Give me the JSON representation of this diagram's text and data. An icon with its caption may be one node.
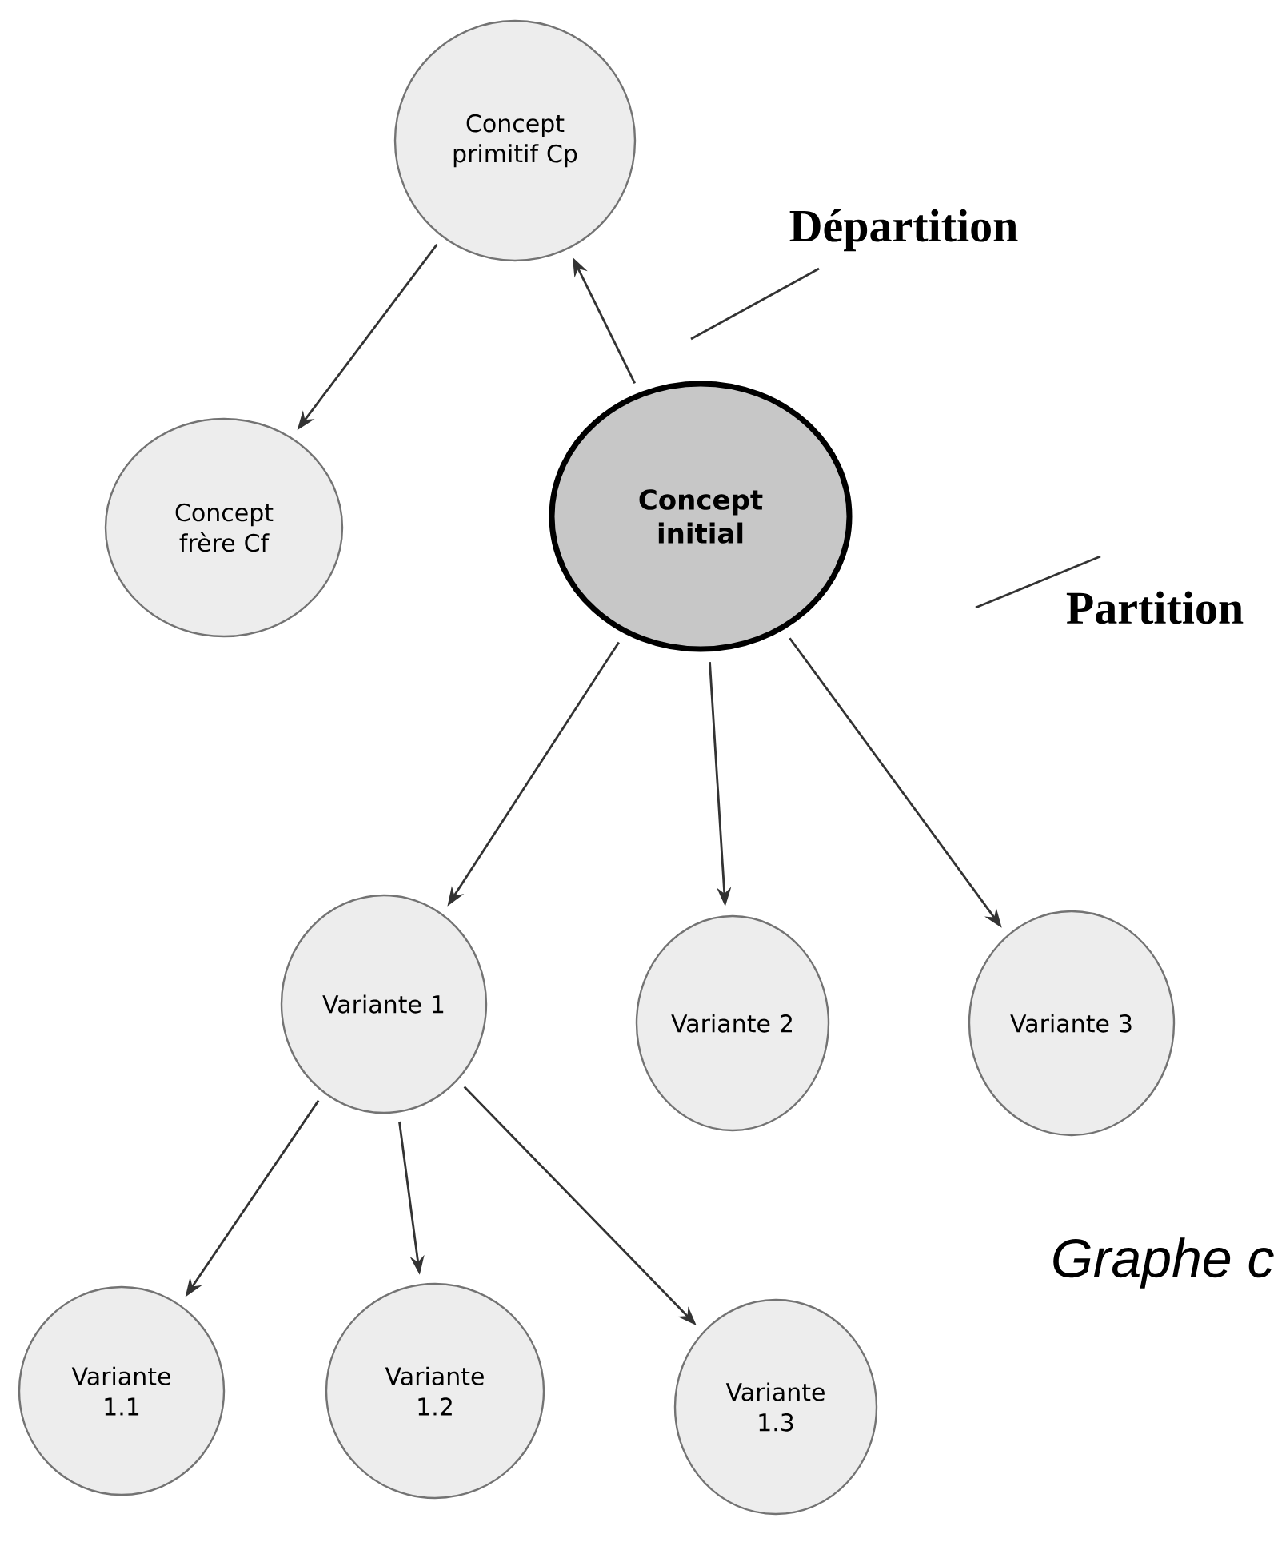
{
  "diagram": {
    "nodes": [
      {
        "text": [
          "Concept primitif Cp"
        ]
      },
      {
        "text": [
          "Départition"
        ]
      },
      {
        "text": [
          "Concept frère Cf"
        ]
      },
      {
        "text": [
          "Concept initial"
        ]
      },
      {
        "text": [
          "Partition"
        ]
      },
      {
        "text": [
          "Variante 1"
        ]
      },
      {
        "text": [
          "Variante 2"
        ]
      },
      {
        "text": [
          "Variante 3"
        ]
      },
      {
        "text": [
          "Variante 1.1"
        ]
      },
      {
        "text": [
          "Variante 1.2"
        ]
      },
      {
        "text": [
          "Variante 1.3"
        ]
      }
    ],
    "edges": [
      {
        "from": 0,
        "to": 2,
        "arrow": "to"
      },
      {
        "from": 3,
        "to": 0,
        "arrow": "to"
      },
      {
        "from": 1,
        "to": null,
        "arrow": "none"
      },
      {
        "from": 4,
        "to": null,
        "arrow": "none"
      },
      {
        "from": 3,
        "to": 5,
        "arrow": "to"
      },
      {
        "from": 3,
        "to": 6,
        "arrow": "to"
      },
      {
        "from": 3,
        "to": 7,
        "arrow": "to"
      },
      {
        "from": 5,
        "to": 8,
        "arrow": "to"
      },
      {
        "from": 5,
        "to": 9,
        "arrow": "to"
      },
      {
        "from": 5,
        "to": 10,
        "arrow": "to"
      }
    ],
    "labels": [
      "Graphe c"
    ]
  }
}
